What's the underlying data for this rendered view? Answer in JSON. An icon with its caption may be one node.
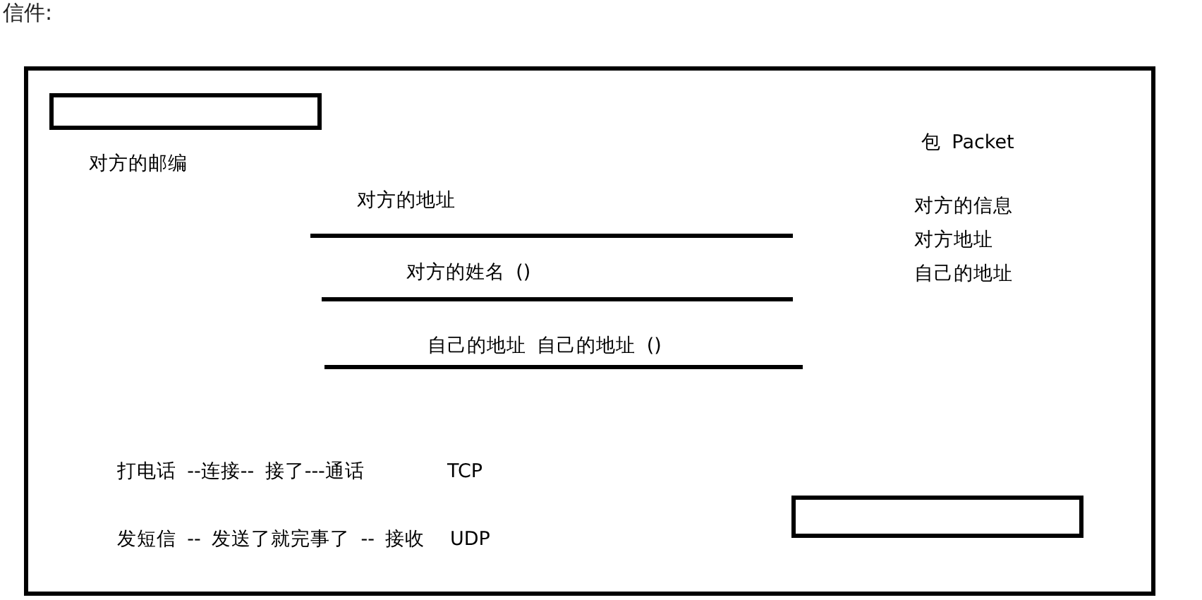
{
  "diagram": {
    "title": "信件:",
    "nodes": [
      {
        "text": [
          "对方的邮编",
          "对方的地址",
          "对方的姓名 ()",
          "自己的地址 自己的地址 ()",
          "包 Packet",
          "对方的信息",
          "对方地址",
          "自己的地址",
          "打电话 --连接-- 接了---通话",
          "TCP",
          "发短信 -- 发送了就完事了 -- 接收",
          "UDP"
        ]
      },
      {
        "text": [],
        "shape": "box",
        "in": 0
      },
      {
        "text": [],
        "shape": "box",
        "in": 0
      }
    ],
    "edges": []
  }
}
